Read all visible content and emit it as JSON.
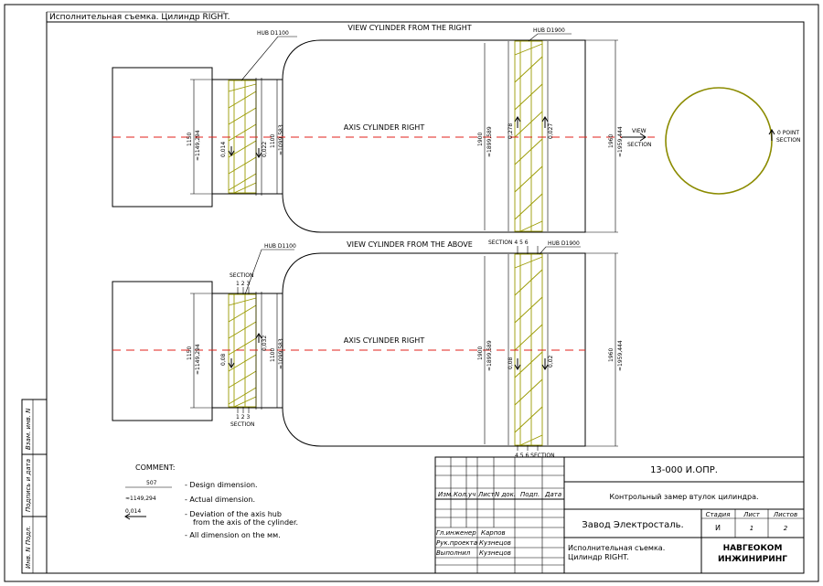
{
  "header": {
    "title": "Исполнительная съемка. Цилиндр RIGHT."
  },
  "side": {
    "stamp1": "Взам. инв. N",
    "stamp2": "Подпись и дата",
    "stamp3": "Инв. N Подл."
  },
  "labels": {
    "view_right": "VIEW CYLINDER FROM THE RIGHT",
    "view_above": "VIEW CYLINDER FROM THE ABOVE",
    "axis": "AXIS CYLINDER RIGHT",
    "hub_small": "HUB D1100",
    "hub_large": "HUB D1900",
    "section": "SECTION",
    "section_123": "1 2 3",
    "section_456": "4  5  6",
    "section_456_top": "SECTION 4  5  6",
    "section_456_bottom": "4  5  6 SECTION",
    "view_section_1": "VIEW",
    "view_section_2": "SECTION",
    "zero_point_1": "0 POINT",
    "zero_point_2": "SECTION"
  },
  "dims_top": {
    "d1150": "1150",
    "a1149": "≈1149,294",
    "dev1": "0,014",
    "dev2": "0,022",
    "d1100": "1100",
    "a1099": "≈1099,583",
    "d1900": "1900",
    "a1899": "≈1899,589",
    "dev3": "0,278",
    "dev4": "0,027",
    "d1960": "1960",
    "a1959": "≈1959,444"
  },
  "dims_bottom": {
    "d1150": "1150",
    "a1149": "≈1149,294",
    "dev1": "0,08",
    "dev2": "0,032",
    "d1100": "1100",
    "a1099": "≈1099,583",
    "d1900": "1900",
    "a1899": "≈1899,589",
    "dev3": "0,08",
    "dev4": "0,02",
    "d1960": "1960",
    "a1959": "≈1959,444"
  },
  "legend": {
    "title": "COMMENT:",
    "sample_design": "507",
    "sample_actual": "≈1149,294",
    "sample_dev": "0,014",
    "item1": "- Design dimension.",
    "item2": "- Actual dimension.",
    "item3a": "- Deviation of the axis hub",
    "item3b": "from the axis of the cylinder.",
    "item4": "- All dimension on the мм."
  },
  "titleblock": {
    "code": "13-000 И.ОПР.",
    "desc": "Контрольный замер втулок цилиндра.",
    "company": "Завод Электросталь.",
    "doc1": "Исполнительная съемка.",
    "doc2": "Цилиндр RIGHT.",
    "org1": "НАВГЕОКОМ",
    "org2": "ИНЖИНИРИНГ",
    "h_stage": "Стадия",
    "h_sheet": "Лист",
    "h_sheets": "Листов",
    "v_stage": "И",
    "v_sheet": "1",
    "v_sheets": "2",
    "col_izm": "Изм.",
    "col_koluch": "Кол.уч",
    "col_list": "Лист",
    "col_ndok": "N док.",
    "col_podp": "Подп.",
    "col_data": "Дата",
    "role1": "Гл.инженер",
    "name1": "Карпов",
    "role2": "Рук.проекта",
    "name2": "Кузнецов",
    "role3": "Выполнил",
    "name3": "Кузнецов"
  },
  "colors": {
    "hub": "#9a9a00",
    "axis": "#e0201b",
    "circle": "#8b8b00"
  }
}
